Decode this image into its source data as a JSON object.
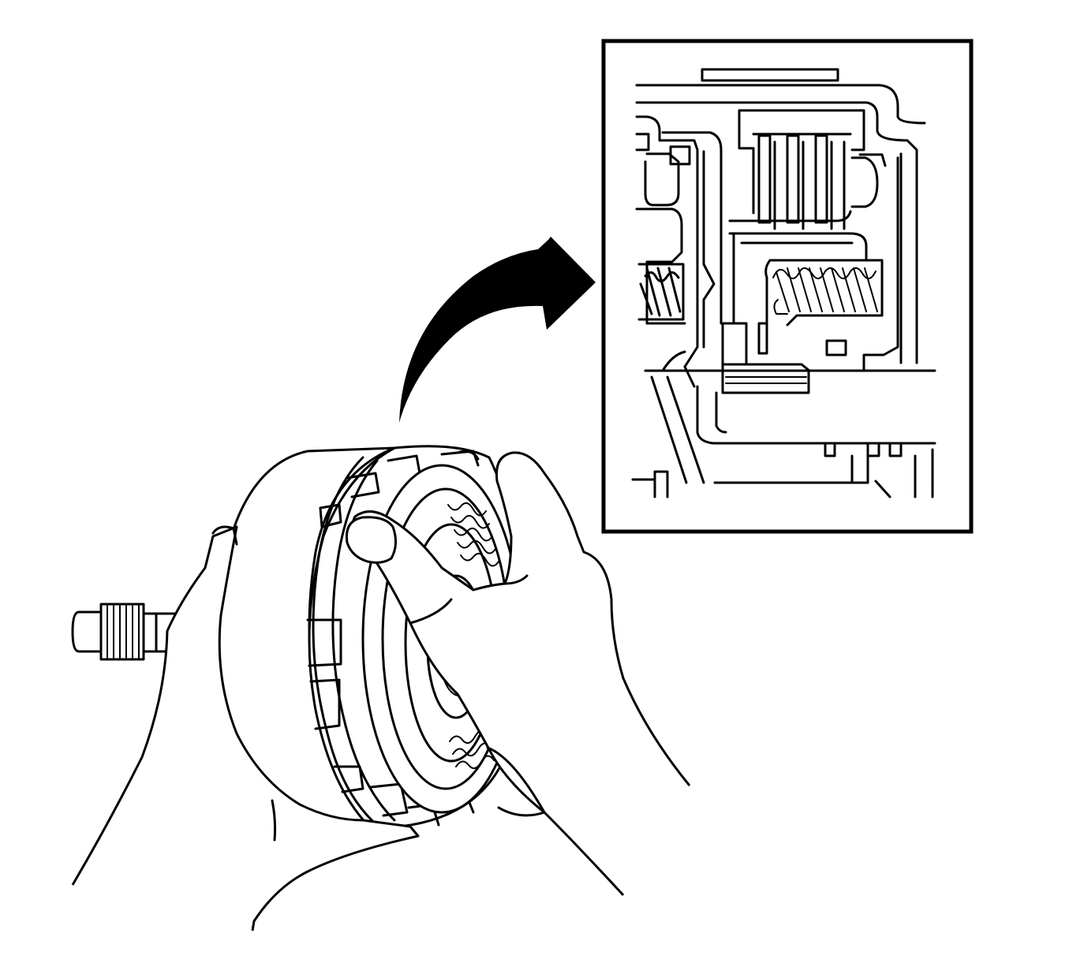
{
  "figure": {
    "background": "#ffffff",
    "line_color": "#000000",
    "subjects": [
      "clutch-housing-assembly",
      "hands",
      "detail-inset",
      "callout-arrow"
    ]
  }
}
